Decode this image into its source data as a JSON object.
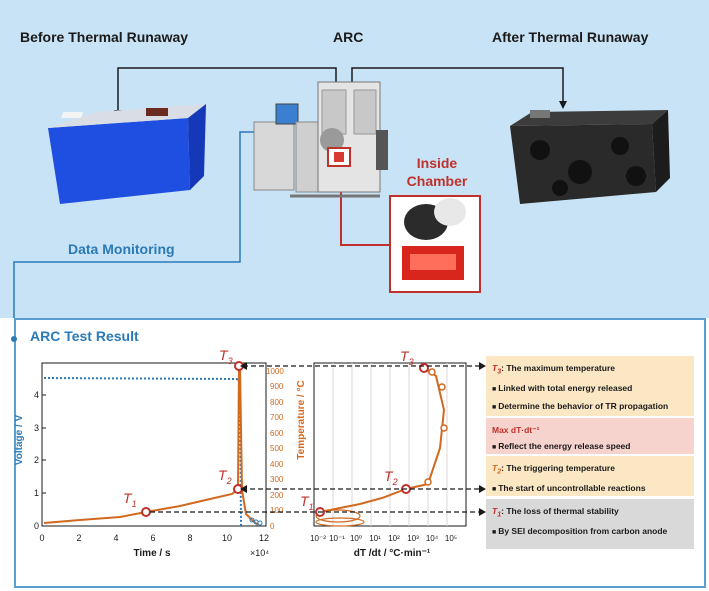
{
  "header": {
    "before": "Before Thermal Runaway",
    "arc": "ARC",
    "after": "After Thermal Runaway"
  },
  "labels": {
    "data_monitoring": "Data Monitoring",
    "inside_chamber": "Inside Chamber",
    "test_result": "ARC Test Result"
  },
  "chart_left": {
    "xlabel": "Time / s",
    "x_ticks": [
      "0",
      "2",
      "4",
      "6",
      "8",
      "10",
      "12"
    ],
    "x_multiplier": "×10⁴",
    "ylabel_left": "Voltage / V",
    "y_left_ticks": [
      "0",
      "1",
      "2",
      "3",
      "4"
    ],
    "ylabel_right": "Temperature / °C",
    "y_right_ticks": [
      "0",
      "100",
      "200",
      "300",
      "400",
      "500",
      "600",
      "700",
      "800",
      "900",
      "1000"
    ]
  },
  "chart_right": {
    "xlabel": "dT /dt / °C·min⁻¹",
    "x_ticks": [
      "10⁻²",
      "10⁻¹",
      "10⁰",
      "10¹",
      "10²",
      "10³",
      "10⁴",
      "10⁵"
    ]
  },
  "markers": {
    "T1": "T",
    "T1_sub": "1",
    "T2": "T",
    "T2_sub": "2",
    "T3": "T",
    "T3_sub": "3"
  },
  "annotations": {
    "t3_title": ": The maximum temperature",
    "t3_b1": "Linked with total energy released",
    "t3_b2": "Determine the behavior of TR propagation",
    "max_title": "Max dT·dt⁻¹",
    "max_b1": "Reflect the energy release speed",
    "t2_title": ": The triggering temperature",
    "t2_b1": "The start of uncontrollable reactions",
    "t1_title": ": The loss of thermal stability",
    "t1_b1": "By SEI decomposition from carbon anode"
  },
  "colors": {
    "top_bg": "#c9e3f6",
    "voltage": "#2a7ab8",
    "temperature": "#d2691e",
    "marker_red": "#c0312b",
    "ann_t3": "#fbe7c4",
    "ann_max": "#f6d3cc",
    "ann_t2": "#fbe7c4",
    "ann_t1": "#d9d9d9"
  }
}
